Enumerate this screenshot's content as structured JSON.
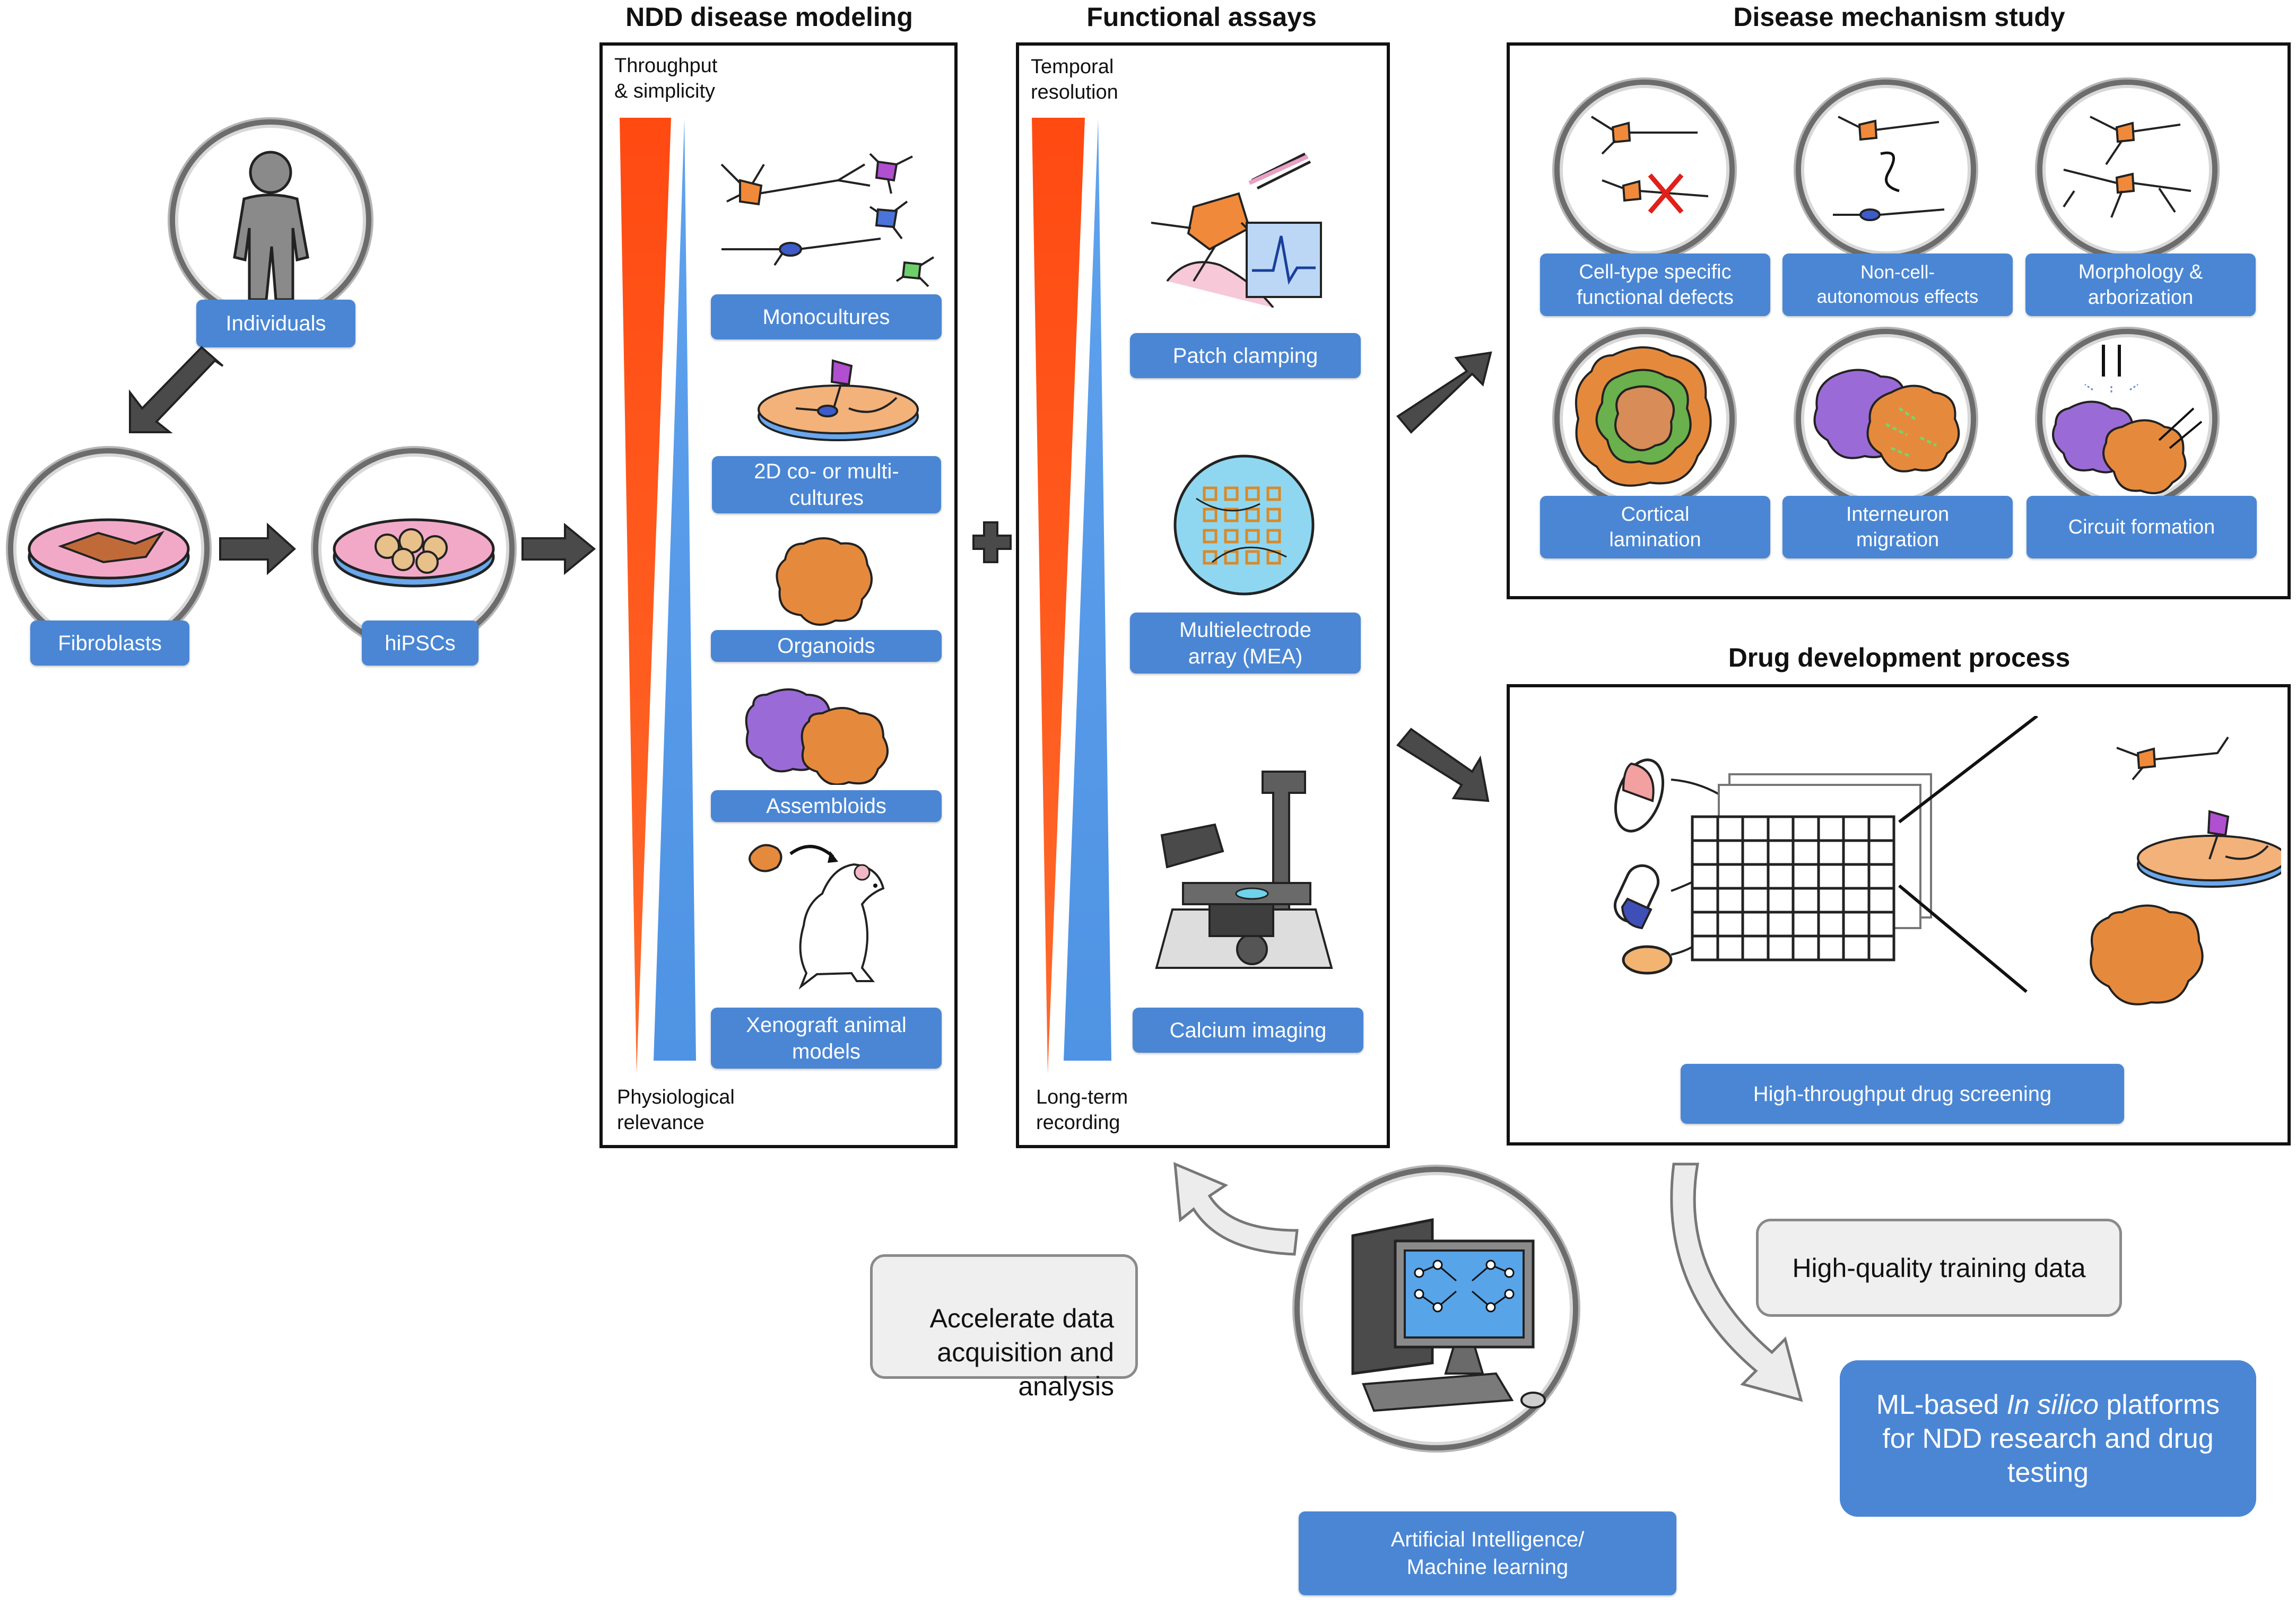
{
  "headings": {
    "modeling": "NDD disease modeling",
    "assays": "Functional assays",
    "mechanism": "Disease mechanism study",
    "drug": "Drug development process"
  },
  "pipeline": {
    "individuals": "Individuals",
    "fibroblasts": "Fibroblasts",
    "hipscs": "hiPSCs"
  },
  "modeling": {
    "top_axis": "Throughput\n& simplicity",
    "bottom_axis": "Physiological\nrelevance",
    "items": [
      "Monocultures",
      "2D co- or multi-\ncultures",
      "Organoids",
      "Assembloids",
      "Xenograft animal\nmodels"
    ]
  },
  "assays": {
    "top_axis": "Temporal\nresolution",
    "bottom_axis": "Long-term\nrecording",
    "items": [
      "Patch clamping",
      "Multielectrode\narray (MEA)",
      "Calcium imaging"
    ]
  },
  "mechanism": {
    "items": [
      "Cell-type specific\nfunctional defects",
      "Non-cell-\nautonomous effects",
      "Morphology &\narborization",
      "Cortical\nlamination",
      "Interneuron\nmigration",
      "Circuit formation"
    ]
  },
  "drug": {
    "screening": "High-throughput drug screening"
  },
  "ai": {
    "label": "Artificial Intelligence/\nMachine learning",
    "accelerate": "Accelerate data\nacquisition and\nanalysis",
    "training": "High-quality training data",
    "ml_prefix": "ML-based ",
    "ml_italic": "In silico",
    "ml_suffix": " platforms\nfor NDD research and drug\ntesting"
  },
  "colors": {
    "label_blue": "#4a86d4",
    "gradient_orange": "#ff4a12",
    "gradient_blue": "#5fa2ee",
    "neuron_orange": "#f08a3a",
    "organoid_orange": "#e58a3c",
    "purple": "#9a6bd6"
  }
}
